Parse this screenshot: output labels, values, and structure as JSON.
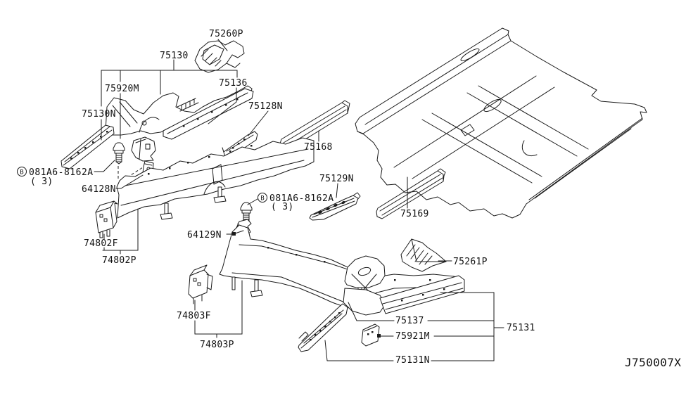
{
  "colors": {
    "background": "#ffffff",
    "line": "#1a1a1a"
  },
  "diagram_code": "J750007X",
  "labels": {
    "75260P": "75260P",
    "75130": "75130",
    "75920M": "75920M",
    "75136": "75136",
    "75130N": "75130N",
    "75128N": "75128N",
    "75168": "75168",
    "64128N": "64128N",
    "75129N": "75129N",
    "64129N": "64129N",
    "75169": "75169",
    "74802F": "74802F",
    "74802P": "74802P",
    "75261P": "75261P",
    "74803F": "74803F",
    "74803P": "74803P",
    "75137": "75137",
    "75131": "75131",
    "75921M": "75921M",
    "75131N": "75131N"
  },
  "bolt_callout": {
    "symbol": "B",
    "part_number": "081A6-8162A",
    "quantity": "( 3)"
  }
}
